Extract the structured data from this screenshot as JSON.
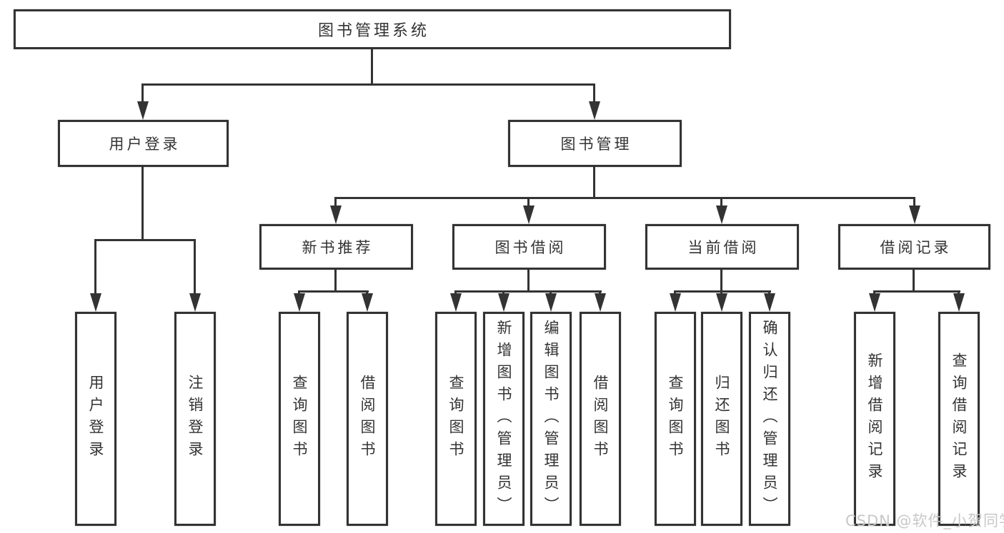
{
  "diagram_type": "hierarchy-tree",
  "tree": {
    "label": "图书管理系统",
    "children": [
      {
        "label": "用户登录",
        "children": [
          {
            "label": "用户登录"
          },
          {
            "label": "注销登录"
          }
        ]
      },
      {
        "label": "图书管理",
        "children": [
          {
            "label": "新书推荐",
            "children": [
              {
                "label": "查询图书"
              },
              {
                "label": "借阅图书"
              }
            ]
          },
          {
            "label": "图书借阅",
            "children": [
              {
                "label": "查询图书"
              },
              {
                "label": "新增图书（管理员）"
              },
              {
                "label": "编辑图书（管理员）"
              },
              {
                "label": "借阅图书"
              }
            ]
          },
          {
            "label": "当前借阅",
            "children": [
              {
                "label": "查询图书"
              },
              {
                "label": "归还图书"
              },
              {
                "label": "确认归还（管理员）"
              }
            ]
          },
          {
            "label": "借阅记录",
            "children": [
              {
                "label": "新增借阅记录"
              },
              {
                "label": "查询借阅记录"
              }
            ]
          }
        ]
      }
    ]
  },
  "watermark": {
    "text": "CSDN @软件_小贺同学"
  },
  "colors": {
    "line": "#333333",
    "box_background": "#ffffff",
    "text": "#333333",
    "watermark": "#c8c8c8"
  }
}
